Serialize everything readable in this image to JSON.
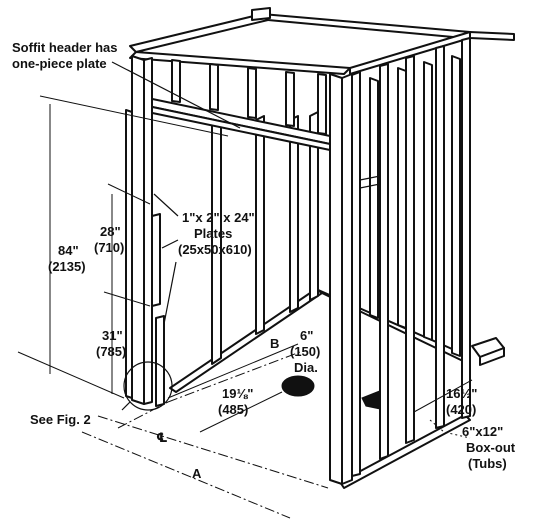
{
  "labels": {
    "soffit_line1": "Soffit header has",
    "soffit_line2": "one-piece plate",
    "plates_line1": "1\"x 2\" x 24\"",
    "plates_line2": "Plates",
    "plates_line3": "(25x50x610)",
    "dim_84": "84\"",
    "dim_84_mm": "(2135)",
    "dim_28": "28\"",
    "dim_28_mm": "(710)",
    "dim_31": "31\"",
    "dim_31_mm": "(785)",
    "see_fig": "See Fig. 2",
    "dim_b": "B",
    "dim_a": "A",
    "centerline": "℄",
    "drain_1": "6\"",
    "drain_2": "(150)",
    "drain_3": "Dia.",
    "dim_19": "19⅛\"",
    "dim_19_mm": "(485)",
    "dim_16": "16½\"",
    "dim_16_mm": "(420)",
    "boxout_1": "6\"x12\"",
    "boxout_2": "Box-out",
    "boxout_3": "(Tubs)"
  }
}
